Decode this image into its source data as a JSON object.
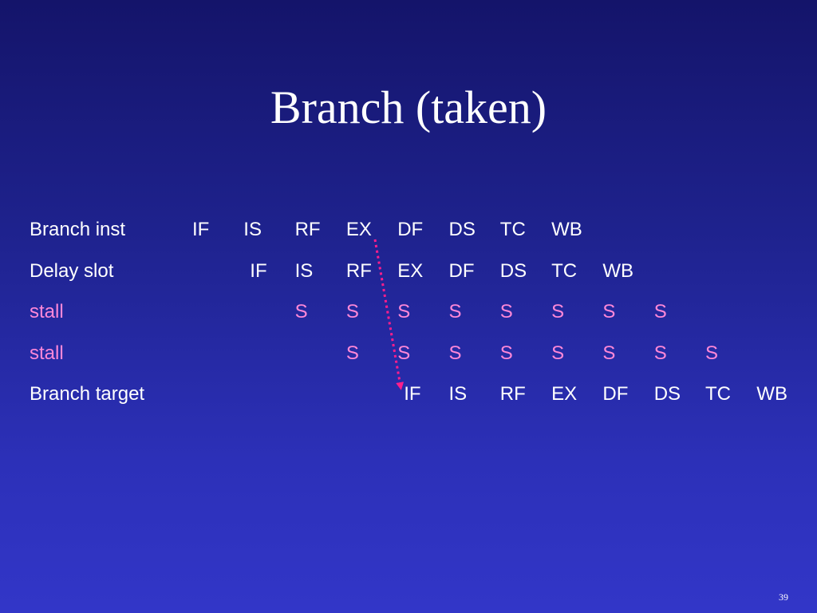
{
  "slide": {
    "title": "Branch (taken)",
    "page_number": "39"
  },
  "pipeline": {
    "rows": [
      {
        "label": "Branch inst",
        "kind": "normal",
        "start": 0,
        "stages": [
          "IF",
          "IS",
          "RF",
          "EX",
          "DF",
          "DS",
          "TC",
          "WB"
        ]
      },
      {
        "label": "Delay slot",
        "kind": "normal",
        "start": 1,
        "stages": [
          "IF",
          "IS",
          "RF",
          "EX",
          "DF",
          "DS",
          "TC",
          "WB"
        ]
      },
      {
        "label": "stall",
        "kind": "stall",
        "start": 2,
        "stages": [
          "S",
          "S",
          "S",
          "S",
          "S",
          "S",
          "S",
          "S"
        ]
      },
      {
        "label": "stall",
        "kind": "stall",
        "start": 3,
        "stages": [
          "S",
          "S",
          "S",
          "S",
          "S",
          "S",
          "S",
          "S"
        ]
      },
      {
        "label": "Branch target",
        "kind": "normal",
        "start": 4,
        "stages": [
          "IF",
          "IS",
          "RF",
          "EX",
          "DF",
          "DS",
          "TC",
          "WB"
        ]
      }
    ]
  },
  "colors": {
    "text": "#ffffff",
    "stall_text": "#ff88d8",
    "arrow": "#ff1e8c"
  }
}
